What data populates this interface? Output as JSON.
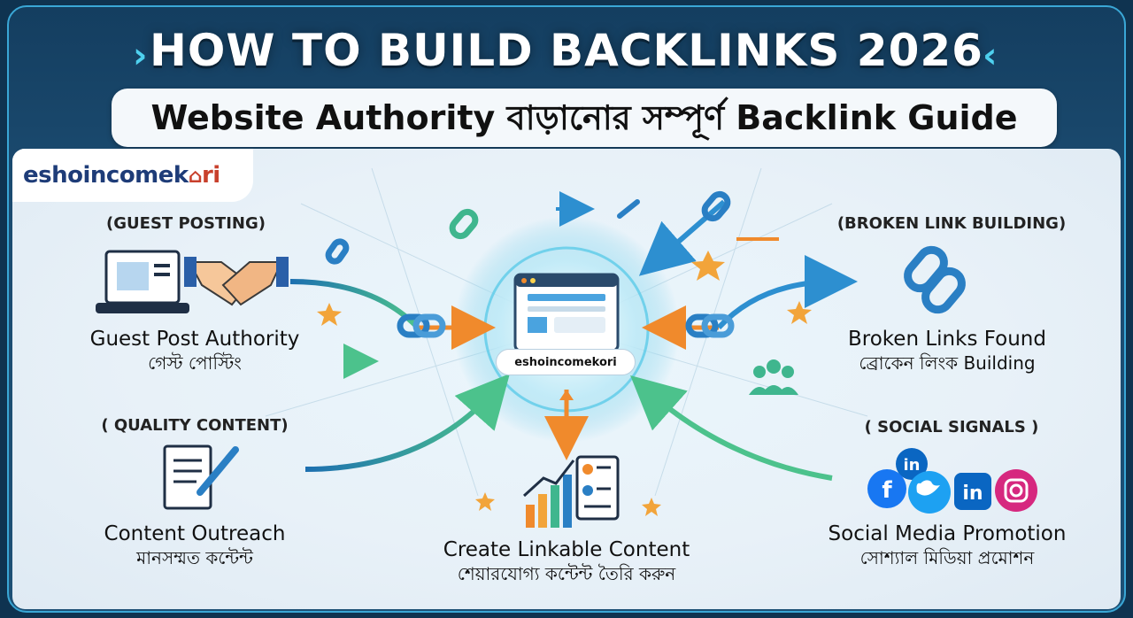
{
  "header": {
    "title": "HOW TO BUILD BACKLINKS 2026",
    "subtitle": "Website Authority বাড়ানোর সম্পূর্ণ Backlink Guide"
  },
  "brand": {
    "logo_part1": "eshoincomek",
    "logo_part2": "ri",
    "center_badge": "eshoincomekori"
  },
  "sections": {
    "guest": {
      "caption": "(GUEST POSTING)",
      "title": "Guest Post Authority",
      "bangla": "গেস্ট পোস্টিং"
    },
    "broken": {
      "caption": "(BROKEN LINK BUILDING)",
      "title": "Broken Links Found",
      "bangla": "ব্রোকেন লিংক Building"
    },
    "quality": {
      "caption": "( QUALITY CONTENT)",
      "title": "Content Outreach",
      "bangla": "মানসম্মত কন্টেন্ট"
    },
    "social": {
      "caption": "( SOCIAL SIGNALS )",
      "title": "Social Media Promotion",
      "bangla": "সোশ্যাল মিডিয়া প্রমোশন"
    },
    "linkable": {
      "title": "Create Linkable Content",
      "bangla": "শেয়ারযোগ্য কন্টেন্ট তৈরি করুন"
    }
  },
  "colors": {
    "accent": "#3aa7d6",
    "arrow_orange": "#f08a2c",
    "chain_blue": "#2a7fc4",
    "star": "#f2a43a"
  }
}
